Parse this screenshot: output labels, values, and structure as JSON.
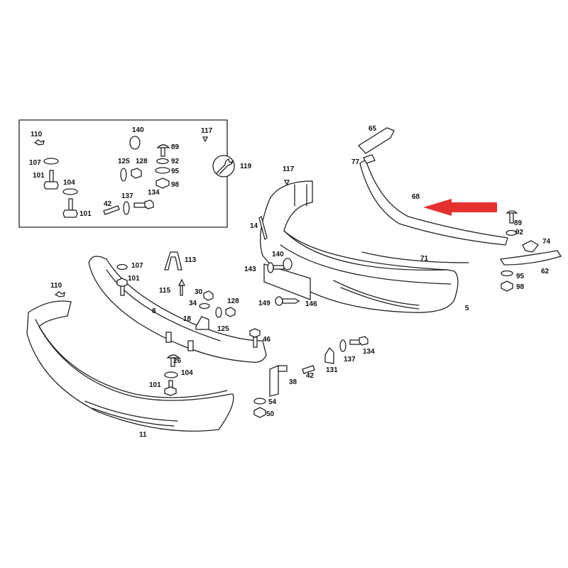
{
  "diagram": {
    "title": "Bumper assembly parts diagram",
    "inset_callouts": [
      "110",
      "107",
      "101",
      "104",
      "101",
      "140",
      "125",
      "128",
      "89",
      "92",
      "95",
      "98",
      "117",
      "119",
      "42",
      "137",
      "134"
    ],
    "main_callouts": [
      "14",
      "117",
      "65",
      "77",
      "68",
      "89",
      "92",
      "74",
      "71",
      "62",
      "95",
      "98",
      "5",
      "143",
      "140",
      "149",
      "146",
      "113",
      "107",
      "101",
      "115",
      "30",
      "34",
      "128",
      "18",
      "125",
      "8",
      "110",
      "46",
      "26",
      "104",
      "101",
      "38",
      "42",
      "131",
      "137",
      "134",
      "54",
      "50",
      "11"
    ],
    "colors": {
      "line": "#222222",
      "arrow": "#e53030"
    }
  }
}
